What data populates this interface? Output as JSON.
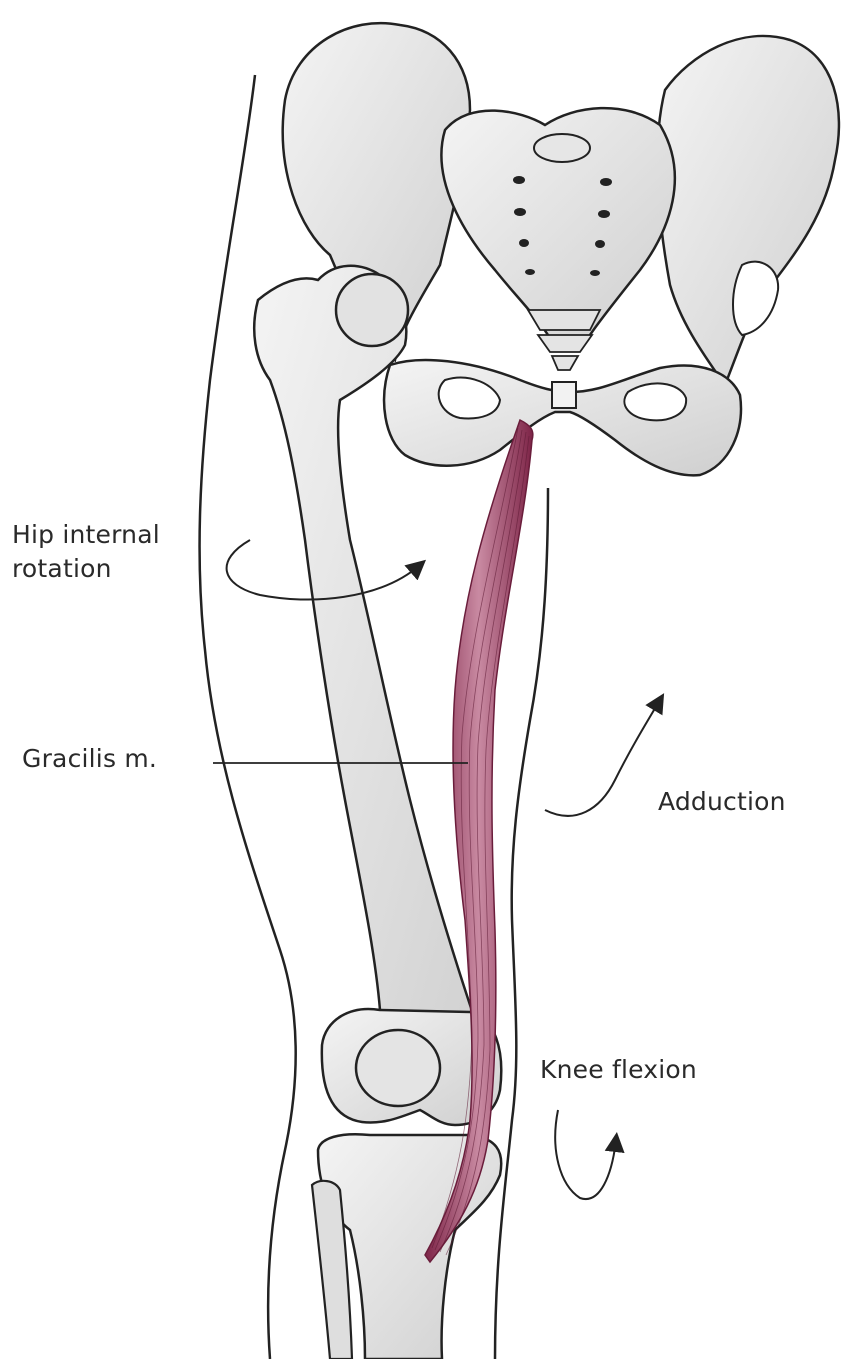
{
  "labels": {
    "hip_internal_rotation_line1": "Hip internal",
    "hip_internal_rotation_line2": "rotation",
    "gracilis": "Gracilis m.",
    "adduction": "Adduction",
    "knee_flexion": "Knee flexion"
  },
  "colors": {
    "bone_fill": "#e9e9e9",
    "bone_outline": "#222222",
    "muscle": "#8e2f52",
    "muscle_light": "#c98aa2",
    "leader_line": "#222222"
  }
}
